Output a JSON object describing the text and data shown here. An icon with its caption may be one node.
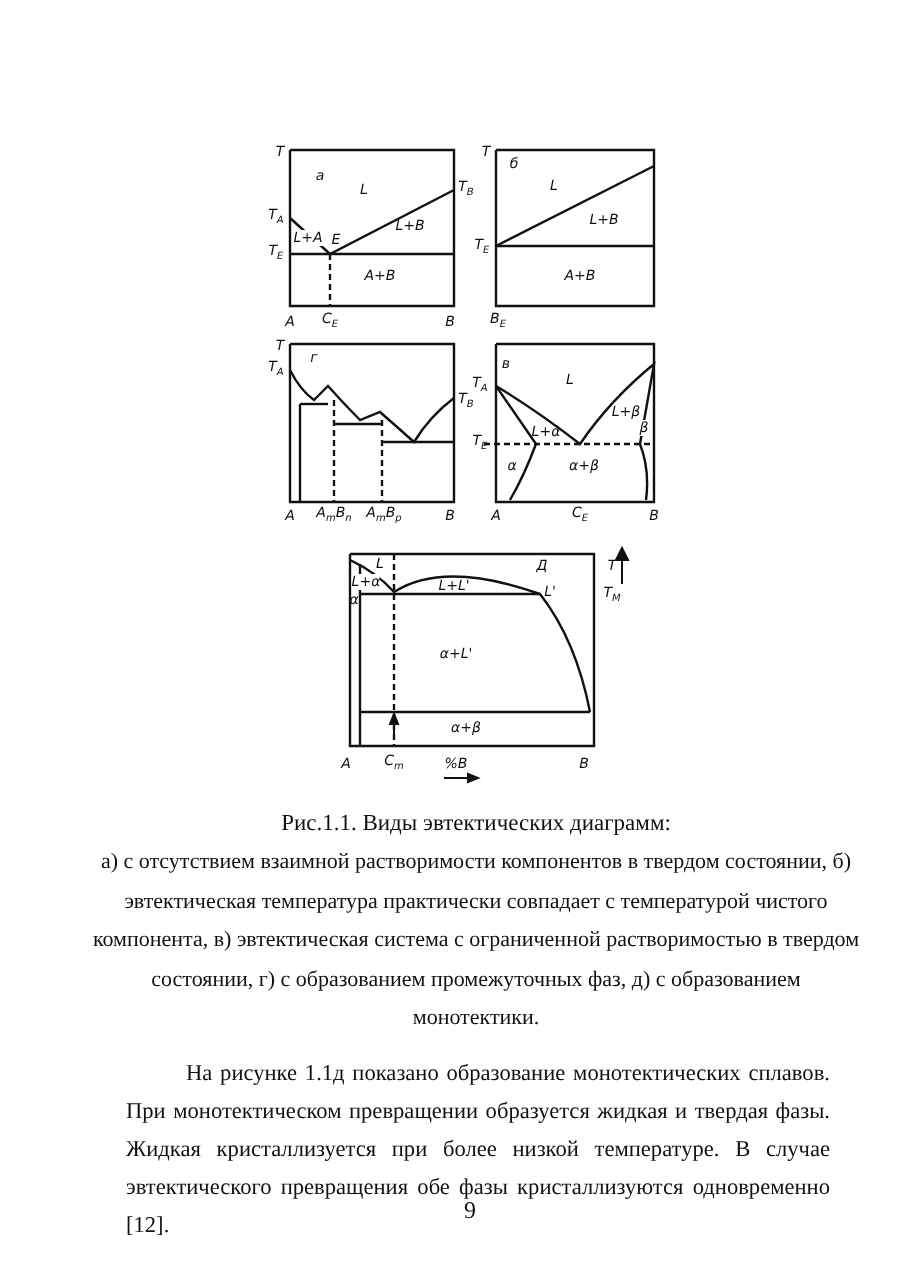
{
  "diagram": {
    "caption": "Рис.1.1. Виды эвтектических диаграмм:",
    "labels": [
      "T",
      "а",
      "L",
      "T$_{A}$",
      "T$_{B}$",
      "L+A",
      "E",
      "T$_{E}$",
      "L+B",
      "A+B",
      "A",
      "C$_{E}$",
      "B",
      "T",
      "б",
      "L",
      "L+B",
      "T$_{E}$",
      "A+B",
      "B$_{E}$",
      "T",
      "T$_{A}$",
      "г",
      "T$_{B}$",
      "A",
      "A$_{m}$B$_{n}$",
      "A$_{m}$B$_{p}$",
      "B",
      "в",
      "L",
      "T$_{A}$",
      "L+α",
      "L+β",
      "β",
      "T$_{E}$",
      "α",
      "α+β",
      "A",
      "C$_{E}$",
      "B",
      "L",
      "Д",
      "L+α",
      "α",
      "L+L'",
      "L'",
      "T",
      "T$_{M}$",
      "α+L'",
      "α+β",
      "A",
      "C$_{m}$",
      "%B",
      "B",
      "а) с отсутствием взаимной растворимости компонентов в твердом состоянии, б) эвтектическая температура практически совпадает с температурой чистого компонента, в) эвтектическая система с ограниченной растворимостью в твердом состоянии, г) с образованием промежуточных фаз, д) с образованием монотектики.",
      "На рисунке 1.1д показано образование монотектических сплавов. При монотектическом превращении образуется жидкая и твердая фазы. Жидкая кристаллизуется при более низкой температуре. В случае эвтектического превращения обе фазы кристаллизуются одновременно [12].",
      "9"
    ]
  }
}
